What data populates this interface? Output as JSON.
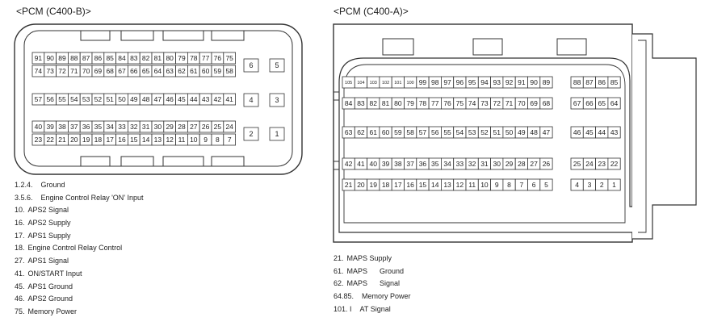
{
  "left_connector": {
    "title": "<PCM (C400-B)>",
    "rows": [
      {
        "pins": [
          "91",
          "90",
          "89",
          "88",
          "87",
          "86",
          "85",
          "84",
          "83",
          "82",
          "81",
          "80",
          "79",
          "78",
          "77",
          "76",
          "75"
        ]
      },
      {
        "pins": [
          "74",
          "73",
          "72",
          "71",
          "70",
          "69",
          "68",
          "67",
          "66",
          "65",
          "64",
          "63",
          "62",
          "61",
          "60",
          "59",
          "58"
        ]
      },
      {
        "pins": [
          "57",
          "56",
          "55",
          "54",
          "53",
          "52",
          "51",
          "50",
          "49",
          "48",
          "47",
          "46",
          "45",
          "44",
          "43",
          "42",
          "41"
        ]
      },
      {
        "pins": [
          "40",
          "39",
          "38",
          "37",
          "36",
          "35",
          "34",
          "33",
          "32",
          "31",
          "30",
          "29",
          "28",
          "27",
          "26",
          "25",
          "24"
        ]
      },
      {
        "pins": [
          "23",
          "22",
          "21",
          "20",
          "19",
          "18",
          "17",
          "16",
          "15",
          "14",
          "13",
          "12",
          "11",
          "10",
          "9",
          "8",
          "7"
        ]
      }
    ],
    "side_pins": [
      [
        "6",
        "5"
      ],
      [
        "4",
        "3"
      ],
      [
        "2",
        "1"
      ]
    ],
    "legend": [
      {
        "pins": "1.2.4.",
        "desc": "Ground"
      },
      {
        "pins": "3.5.6.",
        "desc": "Engine Control Relay 'ON' Input"
      },
      {
        "pins": "10.",
        "desc": "APS2 Signal"
      },
      {
        "pins": "16.",
        "desc": "APS2 Supply"
      },
      {
        "pins": "17.",
        "desc": "APS1 Supply"
      },
      {
        "pins": "18.",
        "desc": "Engine Control Relay Control"
      },
      {
        "pins": "27.",
        "desc": "APS1 Signal"
      },
      {
        "pins": "41.",
        "desc": "ON/START Input"
      },
      {
        "pins": "45.",
        "desc": "APS1 Ground"
      },
      {
        "pins": "46.",
        "desc": "APS2 Ground"
      },
      {
        "pins": "75.",
        "desc": "Memory Power"
      }
    ]
  },
  "right_connector": {
    "title": "<PCM (C400-A)>",
    "rows": [
      {
        "left": [
          "105",
          "104",
          "103",
          "102",
          "101",
          "100",
          "99",
          "98",
          "97",
          "96",
          "95",
          "94",
          "93",
          "92",
          "91",
          "90",
          "89"
        ],
        "right": [
          "88",
          "87",
          "86",
          "85"
        ]
      },
      {
        "left": [
          "84",
          "83",
          "82",
          "81",
          "80",
          "79",
          "78",
          "77",
          "76",
          "75",
          "74",
          "73",
          "72",
          "71",
          "70",
          "69",
          "68"
        ],
        "right": [
          "67",
          "66",
          "65",
          "64"
        ]
      },
      {
        "left": [
          "63",
          "62",
          "61",
          "60",
          "59",
          "58",
          "57",
          "56",
          "55",
          "54",
          "53",
          "52",
          "51",
          "50",
          "49",
          "48",
          "47"
        ],
        "right": [
          "46",
          "45",
          "44",
          "43"
        ]
      },
      {
        "left": [
          "42",
          "41",
          "40",
          "39",
          "38",
          "37",
          "36",
          "35",
          "34",
          "33",
          "32",
          "31",
          "30",
          "29",
          "28",
          "27",
          "26"
        ],
        "right": [
          "25",
          "24",
          "23",
          "22"
        ]
      },
      {
        "left": [
          "21",
          "20",
          "19",
          "18",
          "17",
          "16",
          "15",
          "14",
          "13",
          "12",
          "11",
          "10",
          "9",
          "8",
          "7",
          "6",
          "5"
        ],
        "right": [
          "4",
          "3",
          "2",
          "1"
        ]
      }
    ],
    "legend": [
      {
        "pins": "21.",
        "desc": "MAPS Supply"
      },
      {
        "pins": "61.",
        "desc": "MAPS      Ground"
      },
      {
        "pins": "62.",
        "desc": "MAPS      Signal"
      },
      {
        "pins": "64.85.",
        "desc": "Memory Power"
      },
      {
        "pins": "101. I",
        "desc": "AT Signal"
      }
    ]
  }
}
